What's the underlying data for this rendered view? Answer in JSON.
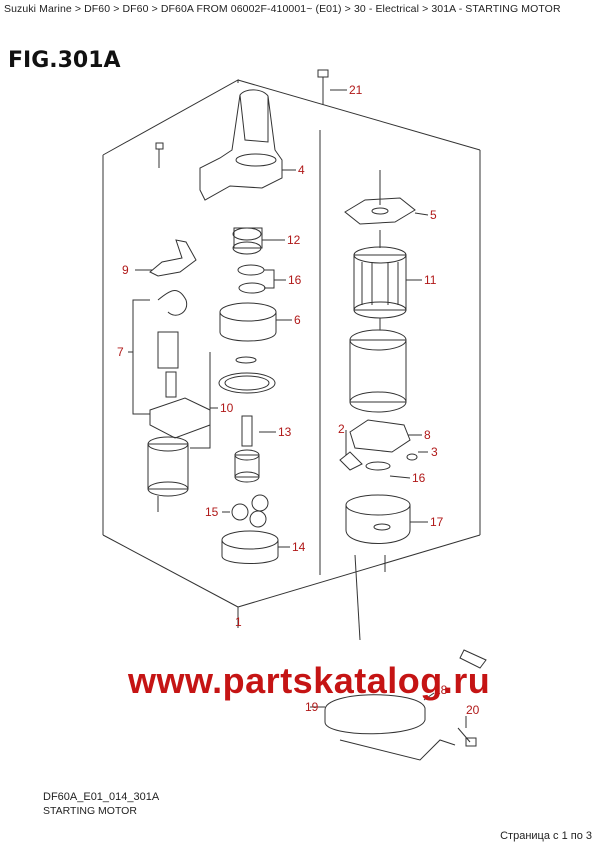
{
  "breadcrumb": {
    "items": [
      "Suzuki Marine",
      "DF60",
      "DF60",
      "DF60A FROM 06002F-410001~ (E01)",
      "30 - Electrical",
      "301A - STARTING MOTOR"
    ],
    "separator": ">"
  },
  "figure": {
    "title": "FIG.301A",
    "code": "DF60A_E01_014_301A",
    "subtitle": "STARTING MOTOR"
  },
  "callouts": [
    "21",
    "4",
    "5",
    "12",
    "9",
    "16",
    "11",
    "6",
    "7",
    "10",
    "13",
    "2",
    "8",
    "3",
    "16",
    "15",
    "17",
    "14",
    "1",
    "18",
    "19",
    "20"
  ],
  "watermark": "www.partskatalog.ru",
  "footer": {
    "pager": "Страница с 1 по 3"
  },
  "colors": {
    "callout": "#b01818",
    "watermark": "#c51414",
    "line": "#333333"
  }
}
